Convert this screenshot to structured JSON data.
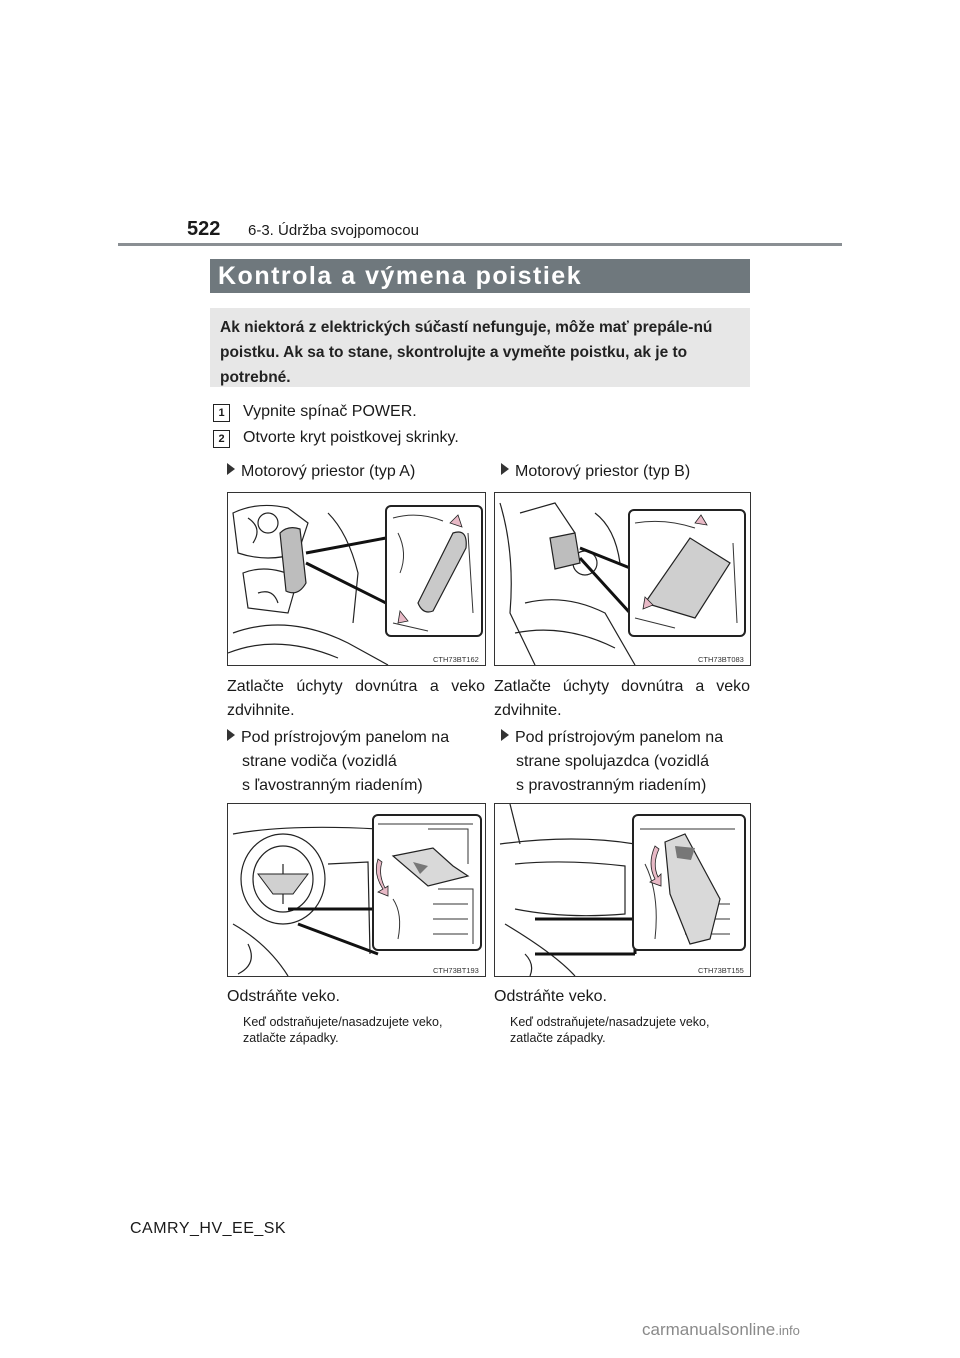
{
  "header": {
    "page_number": "522",
    "section": "6-3. Údržba svojpomocou"
  },
  "heading": "Kontrola a výmena poistiek",
  "intro": "Ak niektorá z elektrických súčastí nefunguje, môže mať prepále-nú poistku. Ak sa to stane, skontrolujte a vymeňte poistku, ak je to potrebné.",
  "steps": [
    {
      "num": "1",
      "text": "Vypnite spínač POWER."
    },
    {
      "num": "2",
      "text": "Otvorte kryt poistkovej skrinky."
    }
  ],
  "panels": [
    {
      "title": "Motorový priestor (typ A)",
      "figure_code": "CTH73BT162",
      "caption": "Zatlačte úchyty dovnútra a veko zdvihnite."
    },
    {
      "title": "Motorový priestor (typ B)",
      "figure_code": "CTH73BT083",
      "caption": "Zatlačte úchyty dovnútra a veko zdvihnite."
    },
    {
      "title_lines": [
        "Pod prístrojovým panelom na",
        "strane vodiča (vozidlá",
        "s ľavostranným riadením)"
      ],
      "figure_code": "CTH73BT193",
      "caption": "Odstráňte veko.",
      "note": "Keď odstraňujete/nasadzujete veko, zatlačte západky."
    },
    {
      "title_lines": [
        "Pod prístrojovým panelom na",
        "strane spolujazdca (vozidlá",
        "s pravostranným riadením)"
      ],
      "figure_code": "CTH73BT155",
      "caption": "Odstráňte veko.",
      "note": "Keď odstraňujete/nasadzujete veko, zatlačte západky."
    }
  ],
  "footer": {
    "doc_code": "CAMRY_HV_EE_SK"
  },
  "watermark": {
    "main": "carmanualsonline",
    "suffix": ".info"
  }
}
